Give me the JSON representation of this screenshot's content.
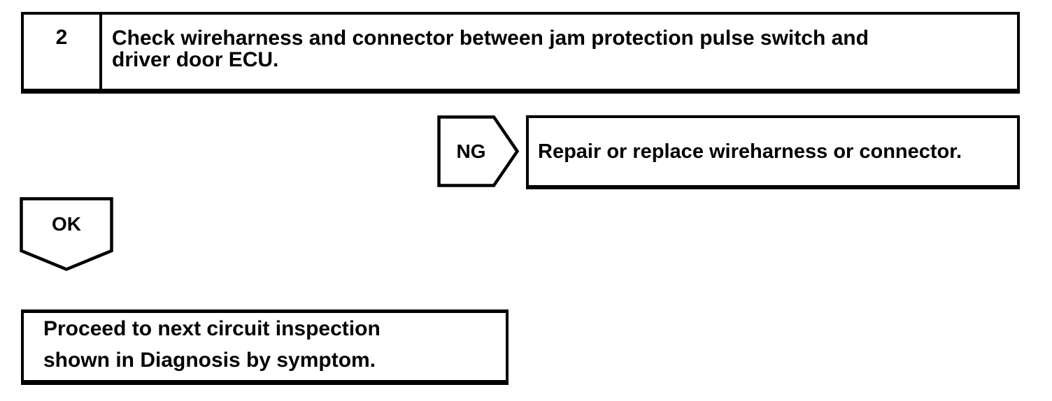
{
  "flowchart": {
    "step_box": {
      "number": "2",
      "title_lines": [
        "Check wireharness and connector between jam protection pulse switch and",
        "driver door ECU."
      ]
    },
    "ng_branch": {
      "label": "NG",
      "result": "Repair or replace wireharness or connector."
    },
    "ok_branch": {
      "label": "OK",
      "result_lines": [
        "Proceed to next circuit inspection",
        "shown in Diagnosis by symptom."
      ]
    },
    "colors": {
      "line": "#000000",
      "background": "#ffffff",
      "text": "#000000"
    }
  }
}
